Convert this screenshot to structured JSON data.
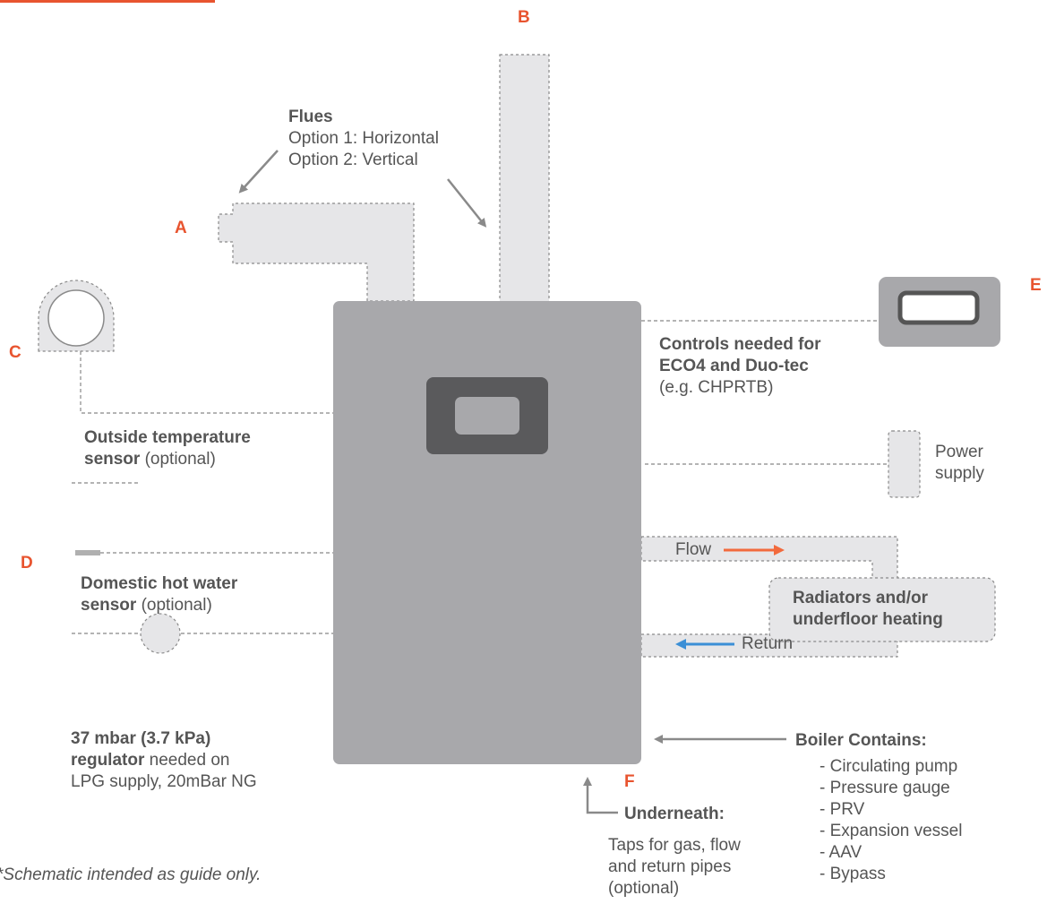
{
  "letters": {
    "a": "A",
    "b": "B",
    "c": "C",
    "d": "D",
    "e": "E",
    "f": "F"
  },
  "flues": {
    "title": "Flues",
    "option1": "Option 1: Horizontal",
    "option2": "Option 2: Vertical"
  },
  "controls": {
    "bold1": "Controls needed for",
    "bold2": "ECO4 and Duo-tec",
    "detail": "(e.g. CHPRTB)"
  },
  "power": {
    "line1": "Power",
    "line2": "supply"
  },
  "outside_sensor": {
    "bold1": "Outside temperature",
    "bold2": "sensor",
    "suffix": " (optional)"
  },
  "dhw_sensor": {
    "bold1": "Domestic hot water",
    "bold2": "sensor",
    "suffix": " (optional)"
  },
  "regulator": {
    "bold1": "37 mbar (3.7 kPa)",
    "bold2": "regulator",
    "suffix": " needed on",
    "line3": "LPG supply, 20mBar NG"
  },
  "flow_label": "Flow",
  "return_label": "Return",
  "radiators": {
    "line1": "Radiators and/or",
    "line2": "underfloor heating"
  },
  "underneath": {
    "title": "Underneath:",
    "lines": [
      "Taps for gas, flow",
      "and return pipes",
      "(optional)"
    ]
  },
  "boiler_contains": {
    "title": "Boiler Contains:",
    "items": [
      "- Circulating pump",
      "- Pressure gauge",
      "- PRV",
      "- Expansion vessel",
      "- AAV",
      "- Bypass"
    ]
  },
  "footnote": "*Schematic intended as guide only.",
  "colors": {
    "accent": "#e8542f",
    "flow_arrow": "#f26a3d",
    "return_arrow": "#3b8fd6",
    "boiler": "#a8a8ab",
    "pipe_fill": "#e6e6e8",
    "dashed": "#888888"
  }
}
